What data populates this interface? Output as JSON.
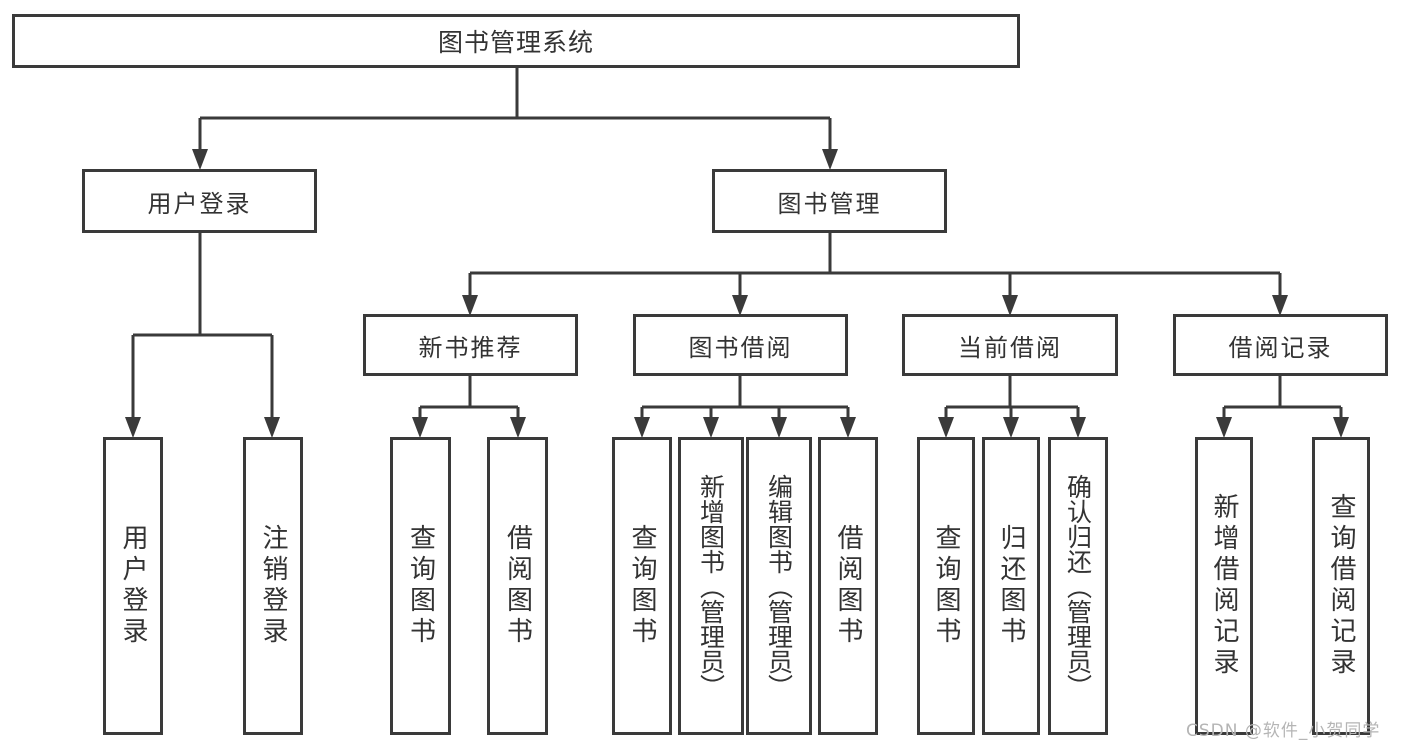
{
  "tree": {
    "label": "图书管理系统",
    "children": [
      {
        "label": "用户登录",
        "children": [
          {
            "label": "用户登录"
          },
          {
            "label": "注销登录"
          }
        ]
      },
      {
        "label": "图书管理",
        "children": [
          {
            "label": "新书推荐",
            "children": [
              {
                "label": "查询图书"
              },
              {
                "label": "借阅图书"
              }
            ]
          },
          {
            "label": "图书借阅",
            "children": [
              {
                "label": "查询图书"
              },
              {
                "label": "新增图书（管理员）"
              },
              {
                "label": "编辑图书（管理员）"
              },
              {
                "label": "借阅图书"
              }
            ]
          },
          {
            "label": "当前借阅",
            "children": [
              {
                "label": "查询图书"
              },
              {
                "label": "归还图书"
              },
              {
                "label": "确认归还（管理员）"
              }
            ]
          },
          {
            "label": "借阅记录",
            "children": [
              {
                "label": "新增借阅记录"
              },
              {
                "label": "查询借阅记录"
              }
            ]
          }
        ]
      }
    ]
  },
  "watermark": "CSDN @软件_小贺同学",
  "colors": {
    "line": "#3a3a3a",
    "text": "#333333",
    "box_background": "#ffffff",
    "watermark": "#b5b5b5",
    "page_background": "#ffffff"
  }
}
